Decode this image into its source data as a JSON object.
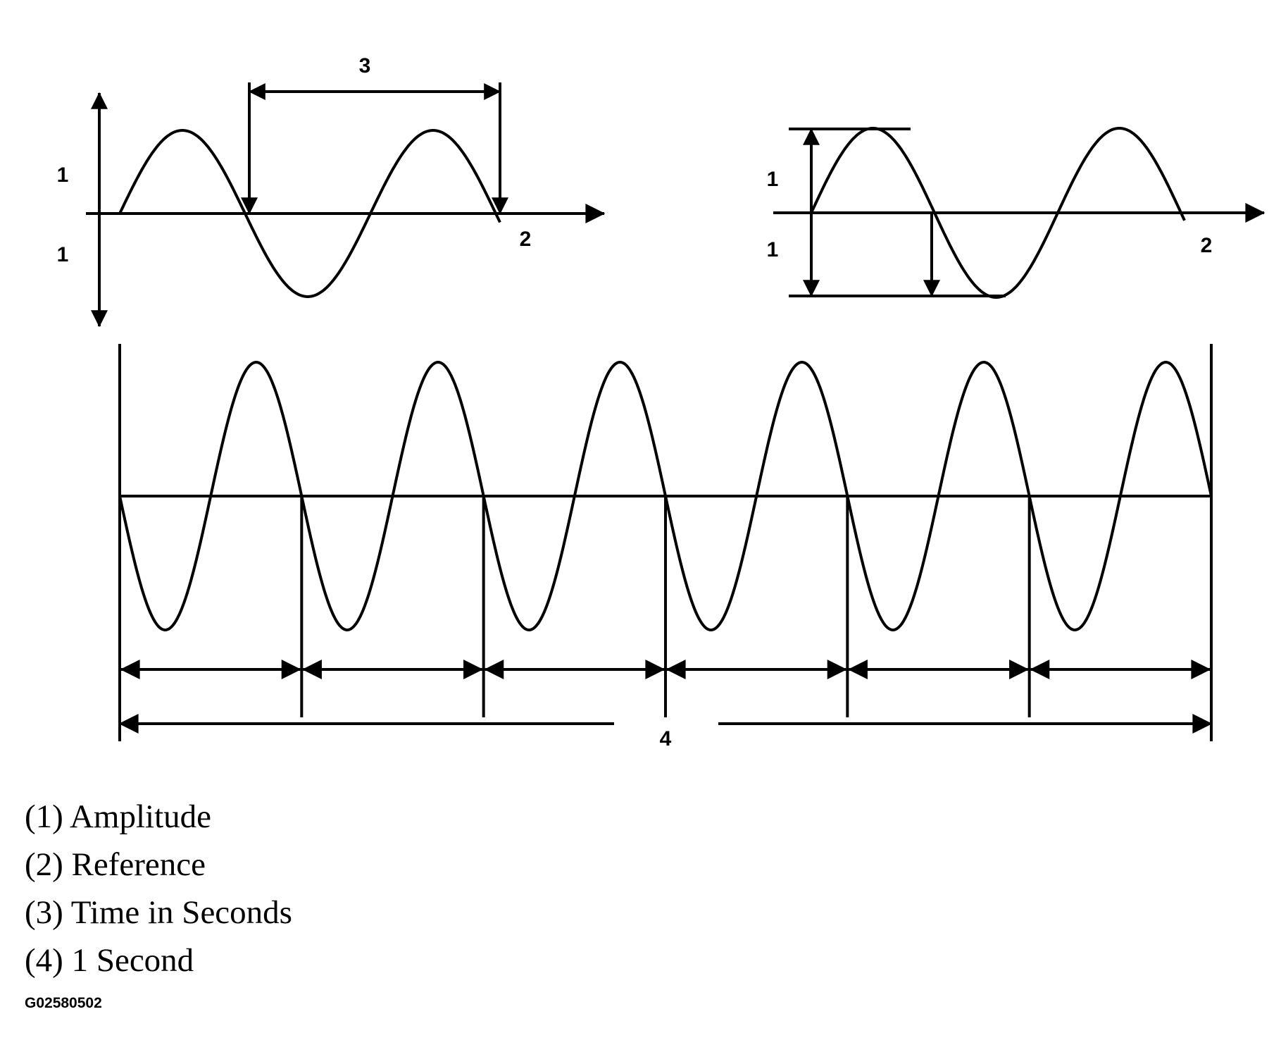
{
  "diagram": {
    "top_left": {
      "label_amplitude_up": "1",
      "label_amplitude_down": "1",
      "label_reference": "2",
      "label_time": "3"
    },
    "top_right": {
      "label_amplitude_up": "1",
      "label_amplitude_down": "1",
      "label_reference": "2"
    },
    "bottom": {
      "label_one_second": "4",
      "cycles": 6
    }
  },
  "legend": [
    {
      "number": "(1)",
      "text": "Amplitude"
    },
    {
      "number": "(2)",
      "text": "Reference"
    },
    {
      "number": "(3)",
      "text": "Time in Seconds"
    },
    {
      "number": "(4)",
      "text": "1 Second"
    }
  ],
  "figure_code": "G02580502"
}
